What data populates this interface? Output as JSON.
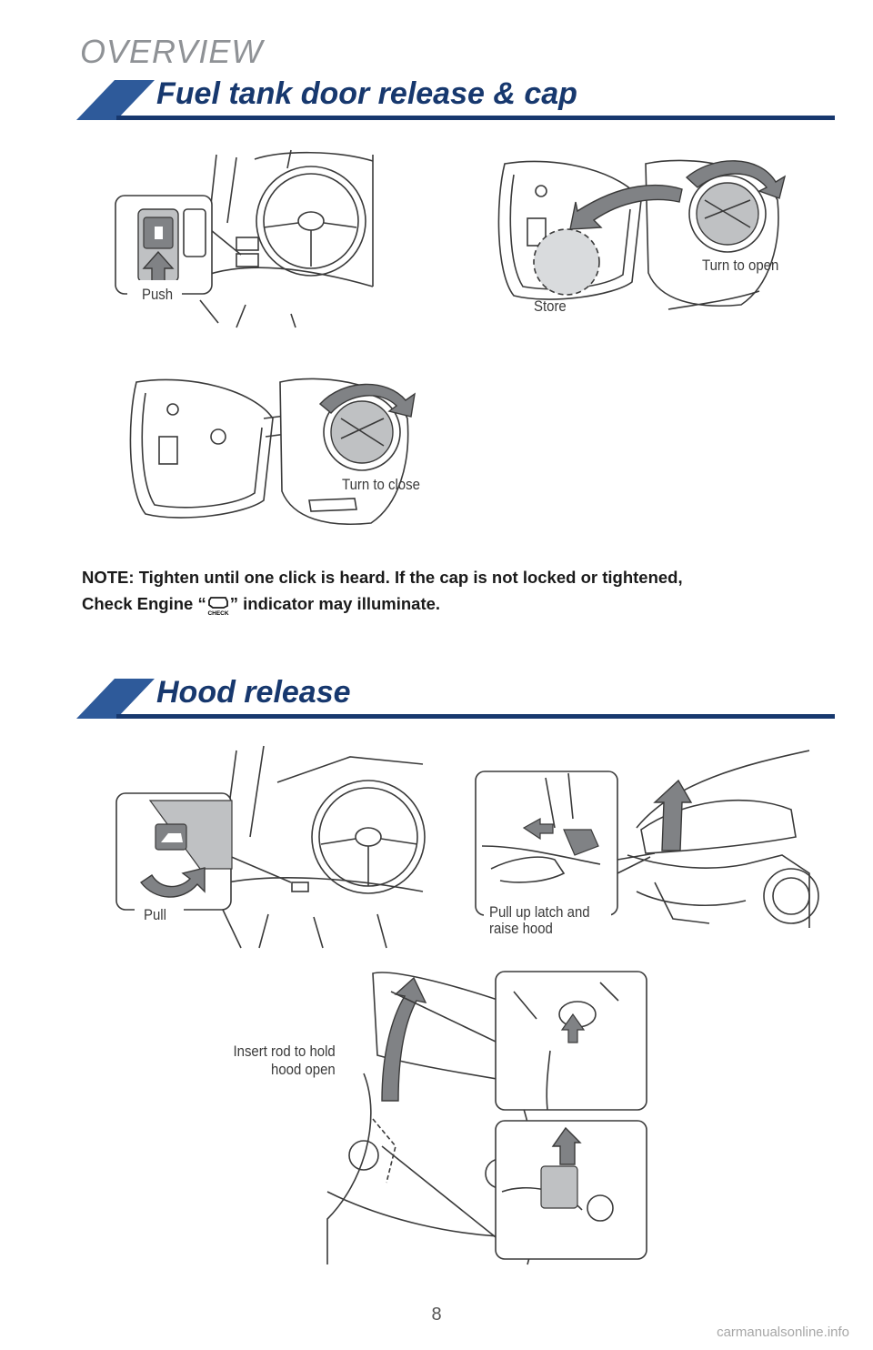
{
  "header": {
    "overview": "OVERVIEW"
  },
  "sections": {
    "fuel": {
      "title": "Fuel tank door release & cap",
      "labels": {
        "push": "Push",
        "store": "Store",
        "turn_open": "Turn to open",
        "turn_close": "Turn to close"
      },
      "note_part1": "NOTE: Tighten until one click is heard. If the cap is not locked or tightened,",
      "note_part2a": "Check Engine “",
      "note_part2b": "” indicator may illuminate.",
      "check_icon_label": "CHECK"
    },
    "hood": {
      "title": "Hood release",
      "labels": {
        "pull": "Pull",
        "latch_line1": "Pull up latch and",
        "latch_line2": "raise hood",
        "rod_line1": "Insert rod to hold",
        "rod_line2": "hood open"
      }
    }
  },
  "footer": {
    "page_number": "8",
    "watermark": "carmanualsonline.info"
  },
  "colors": {
    "accent_navy": "#17386e",
    "stripe_blue": "#2e5a9a",
    "overview_gray": "#8f9296",
    "arrow_gray": "#808285"
  }
}
